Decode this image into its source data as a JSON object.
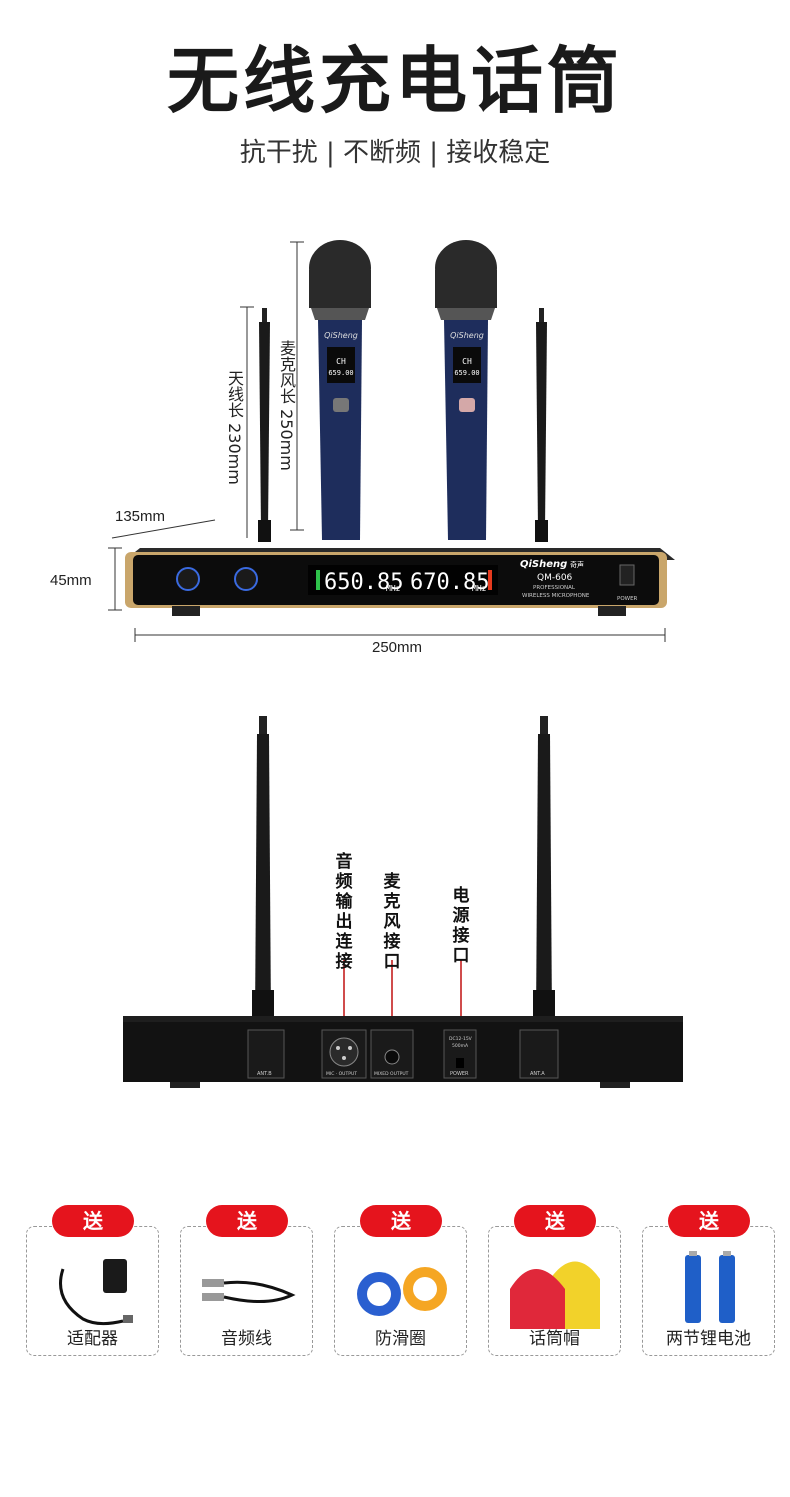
{
  "header": {
    "title": "无线充电话筒",
    "subtitle": "抗干扰 | 不断频 | 接收稳定"
  },
  "front_view": {
    "antenna_length": "天线长 230mm",
    "mic_length": "麦克风长 250mm",
    "depth": "135mm",
    "height": "45mm",
    "width": "250mm",
    "brand": "QiSheng",
    "brand_cn": "奇声",
    "model": "QM-606",
    "line1": "PROFESSIONAL",
    "line2": "WIRELESS MICROPHONE",
    "freq_a": "650.85",
    "freq_b": "670.85",
    "freq_unit": "MHz",
    "power_label": "POWER",
    "mic_display_ch": "CH",
    "mic_display_freq": "659.00"
  },
  "back_view": {
    "label_audio_out": "音频输出连接",
    "label_mic_port": "麦克风接口",
    "label_power_port": "电源接口",
    "port_ant_b": "ANT.B",
    "port_mic_output": "MIC · OUTPUT",
    "port_mixed_output": "MIXED OUTPUT",
    "port_power": "POWER",
    "port_ant_a": "ANT.A",
    "power_spec": "DC12-15V",
    "power_current": "500mA"
  },
  "gifts": {
    "badge": "送",
    "items": [
      {
        "label": "适配器",
        "icon": "power-adapter-icon"
      },
      {
        "label": "音频线",
        "icon": "audio-cable-icon"
      },
      {
        "label": "防滑圈",
        "icon": "anti-slip-ring-icon"
      },
      {
        "label": "话筒帽",
        "icon": "mic-windscreen-icon"
      },
      {
        "label": "两节锂电池",
        "icon": "lithium-battery-icon"
      }
    ]
  },
  "colors": {
    "badge_red": "#e5141d",
    "receiver_gold": "#c9a66b",
    "mic_blue": "#1e2d5c"
  }
}
